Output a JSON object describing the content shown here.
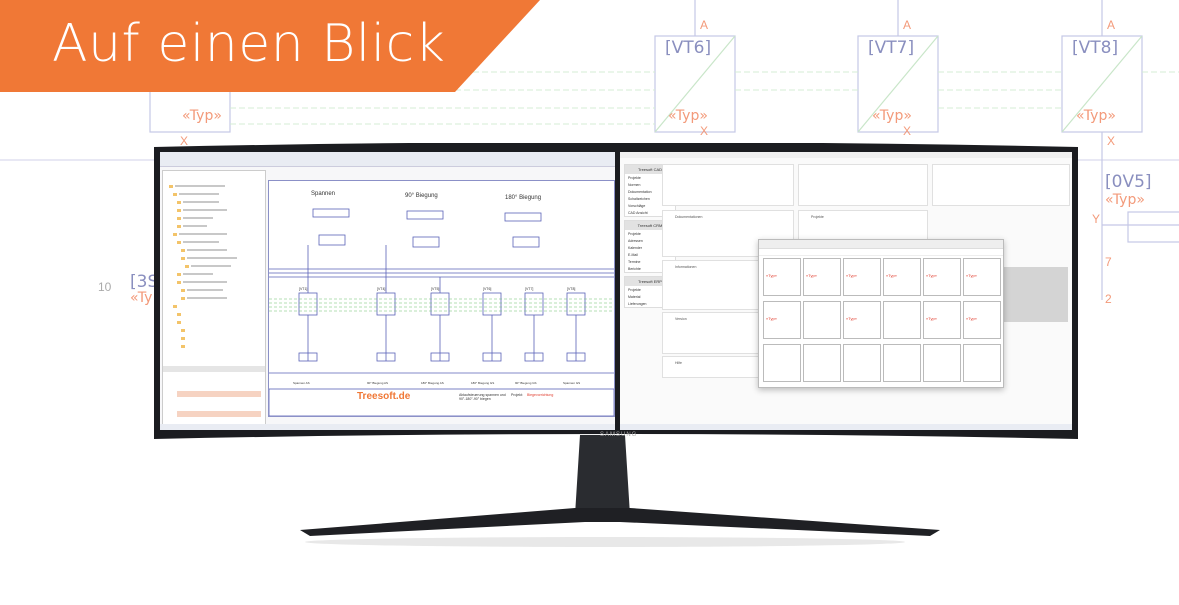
{
  "banner": {
    "title": "Auf einen Blick",
    "color": "#f07836"
  },
  "background_schematic": {
    "labels": [
      "[VT6]",
      "[VT7]",
      "[VT8]",
      "[0V5]",
      "[3S"
    ],
    "type_label": "«Typ»",
    "pins": {
      "a": "A",
      "x": "X",
      "y": "Y",
      "seven": "7",
      "two": "2",
      "ten": "10",
      "typ_partial": "«Ty"
    }
  },
  "monitor": {
    "brand": "SAMSUNG"
  },
  "cad_window": {
    "sheet_groups": [
      "Spannen",
      "90° Biegung",
      "180° Biegung"
    ],
    "valve_labels": [
      "[VT1]",
      "[VT4]",
      "[VT5]",
      "[VT6]",
      "[VT7]",
      "[VT8]"
    ],
    "bottom_groups": [
      "Spannen AS",
      "90° Biegung AS",
      "180° Biegung AS",
      "180° Biegung GS",
      "90° Biegung GS",
      "Spannen GS"
    ],
    "title_block": {
      "company": "Treesoft.de",
      "drawing_title": "Ablaufsteuerung spannen und 90°-180°-90° biegen",
      "project_label": "Projekt:",
      "project_value": "Biegevorrichtung"
    }
  },
  "start_window": {
    "nav_groups": [
      {
        "title": "Treesoft CAD",
        "items": [
          "Projekte",
          "Normen",
          "Dokumentation",
          "Schaltzeichen",
          "Vorschläge",
          "CAD Ansicht"
        ]
      },
      {
        "title": "Treesoft CRM",
        "items": [
          "Projekte",
          "Adressen",
          "Kalender",
          "E-Mail",
          "Termine",
          "Berichte"
        ]
      },
      {
        "title": "Treesoft ERP",
        "items": [
          "Projekte",
          "Material",
          "Lieferungen"
        ]
      }
    ],
    "cards": [
      "Dokumentationen",
      "Projekte",
      "Informationen",
      "Version",
      "Hilfe"
    ],
    "symbol_dialog": {
      "type_label": "«Typ»"
    }
  }
}
